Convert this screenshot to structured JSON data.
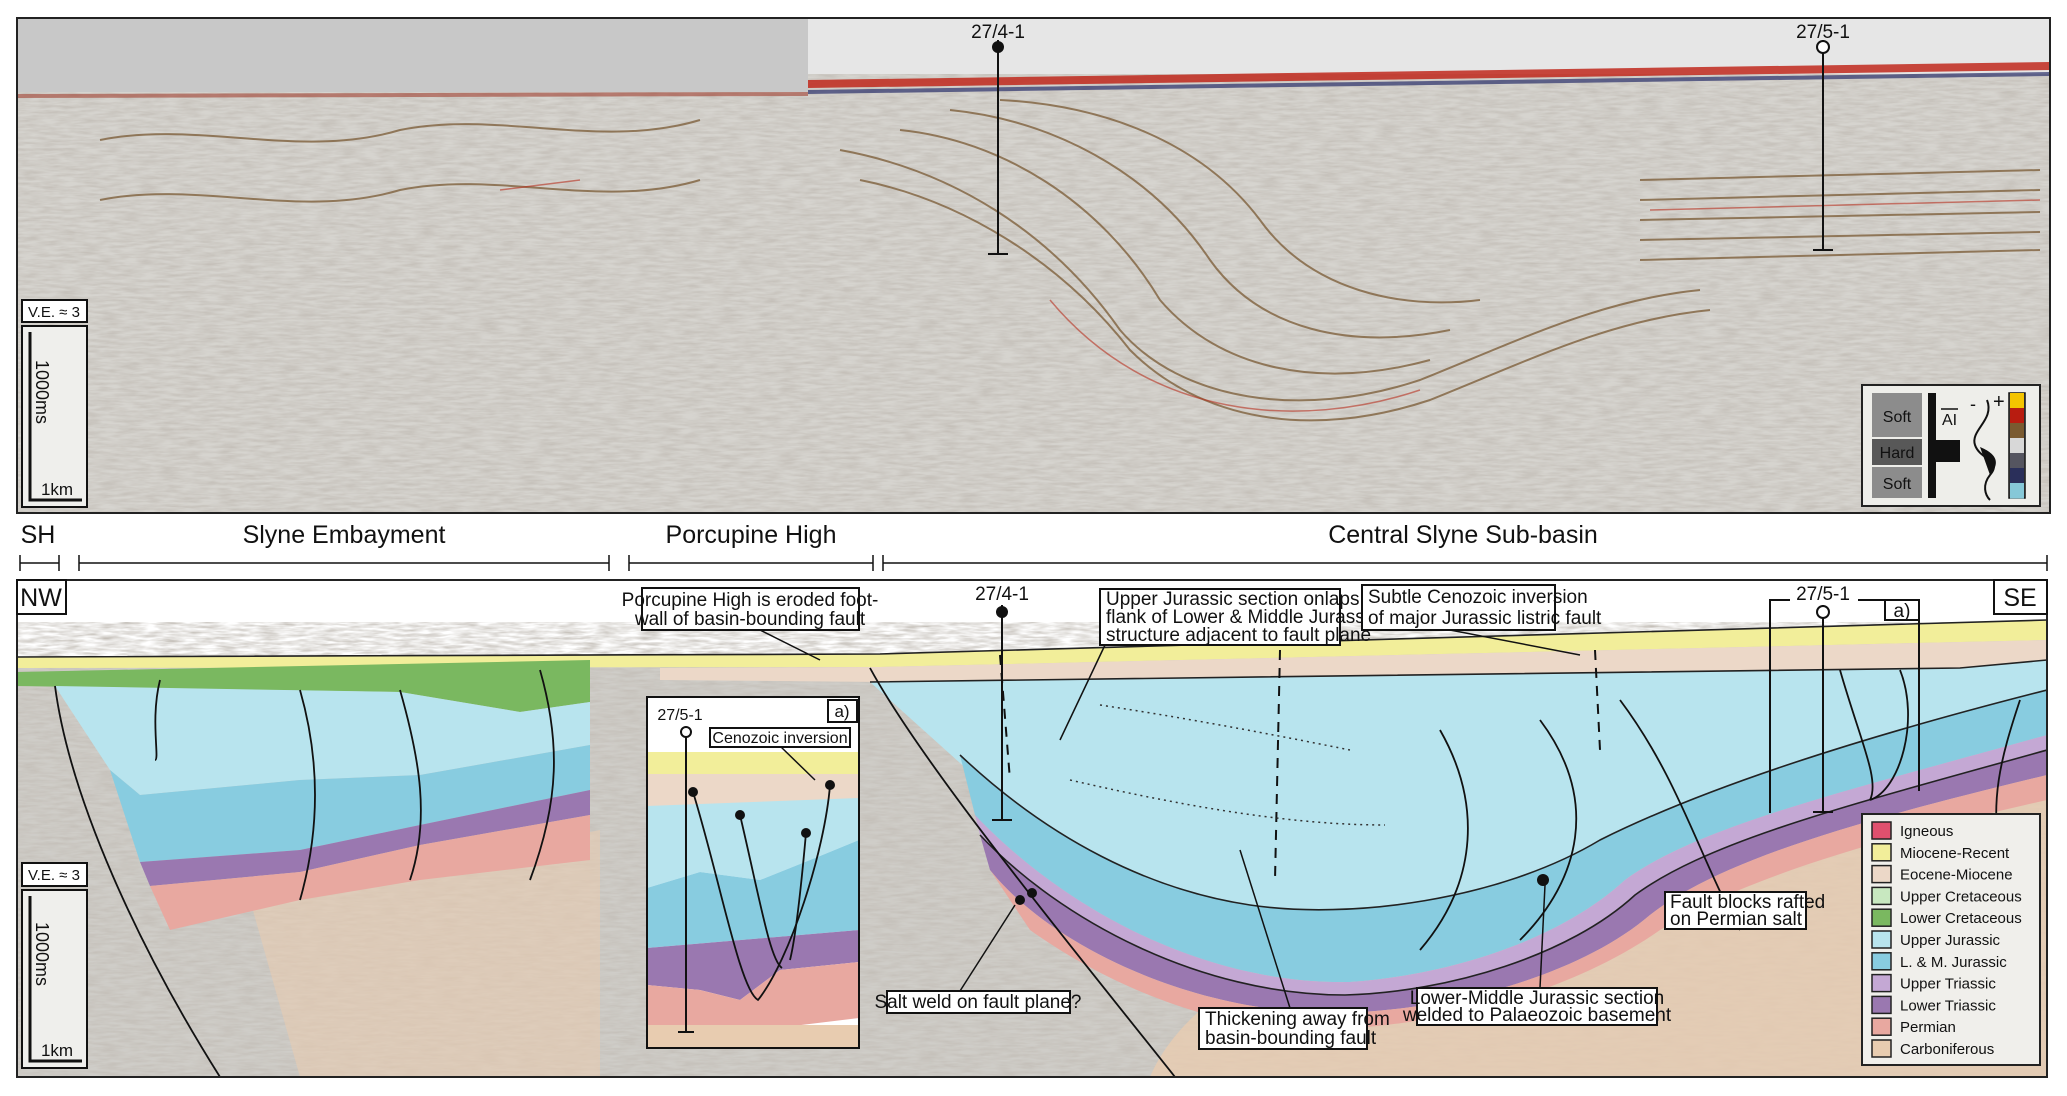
{
  "top_panel": {
    "wells": [
      {
        "name": "27/4-1"
      },
      {
        "name": "27/5-1"
      }
    ],
    "vertical_exaggeration": "V.E. ≈ 3",
    "scale_time": "1000ms",
    "scale_distance": "1km",
    "polarity_key": {
      "layers": [
        "Soft",
        "Hard",
        "Soft"
      ],
      "impedance_label": "AI",
      "minus": "-",
      "plus": "+",
      "colorbar": [
        "#f4c400",
        "#b81c10",
        "#7a5a30",
        "#d8d8d8",
        "#555560",
        "#2a2f5a",
        "#86c8d8"
      ]
    }
  },
  "sections": [
    {
      "label": "SH"
    },
    {
      "label": "Slyne Embayment"
    },
    {
      "label": "Porcupine High"
    },
    {
      "label": "Central Slyne Sub-basin"
    }
  ],
  "bottom_panel": {
    "orientation_left": "NW",
    "orientation_right": "SE",
    "wells": [
      {
        "name": "27/4-1"
      },
      {
        "name": "27/5-1"
      }
    ],
    "inset_marker": "a)",
    "vertical_exaggeration": "V.E. ≈ 3",
    "scale_time": "1000ms",
    "scale_distance": "1km",
    "annotations": {
      "porcupine_high": [
        "Porcupine High is eroded foot-",
        "wall of basin-bounding fault"
      ],
      "upper_jurassic_onlap": [
        "Upper Jurassic section onlaps",
        "flank of Lower & Middle Jurassic",
        "structure adjacent to fault plane"
      ],
      "cenozoic_inversion": [
        "Subtle Cenozoic inversion",
        "of major Jurassic listric fault"
      ],
      "salt_weld": [
        "Salt weld on fault plane?"
      ],
      "thickening": [
        "Thickening away from",
        "basin-bounding fault"
      ],
      "welded": [
        "Lower-Middle Jurassic section",
        "welded to Palaeozoic basement"
      ],
      "fault_blocks": [
        "Fault blocks rafted",
        "on Permian salt"
      ]
    },
    "inset": {
      "label": "a)",
      "well": "27/5-1",
      "annotation": "Cenozoic inversion"
    },
    "legend": [
      {
        "label": "Igneous",
        "color": "#e0506e"
      },
      {
        "label": "Miocene-Recent",
        "color": "#f2ee9a"
      },
      {
        "label": "Eocene-Miocene",
        "color": "#ecd8c8"
      },
      {
        "label": "Upper Cretaceous",
        "color": "#c8e8c0"
      },
      {
        "label": "Lower Cretaceous",
        "color": "#7ab860"
      },
      {
        "label": "Upper Jurassic",
        "color": "#b8e4ee"
      },
      {
        "label": "L. & M. Jurassic",
        "color": "#88cce0"
      },
      {
        "label": "Upper Triassic",
        "color": "#c4a8d4"
      },
      {
        "label": "Lower Triassic",
        "color": "#9a78b0"
      },
      {
        "label": "Permian",
        "color": "#e8a8a0"
      },
      {
        "label": "Carboniferous",
        "color": "#e8ccb0"
      }
    ]
  }
}
